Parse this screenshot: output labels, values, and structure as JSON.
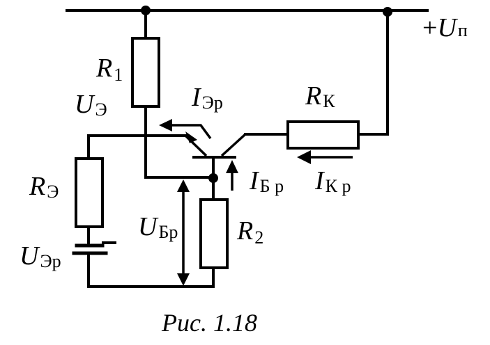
{
  "labels": {
    "supply": {
      "sign": "+",
      "main": "U",
      "sub": "п"
    },
    "r1": {
      "main": "R",
      "sub": "1"
    },
    "r2": {
      "main": "R",
      "sub": "2"
    },
    "rk": {
      "main": "R",
      "sub": "К"
    },
    "re": {
      "main": "R",
      "sub": "Э"
    },
    "ue": {
      "main": "U",
      "sub": "Э"
    },
    "uer": {
      "main": "U",
      "sub": "Эр"
    },
    "ubr": {
      "main": "U",
      "sub": "Бр"
    },
    "ier": {
      "main": "I",
      "sub": "Эр"
    },
    "ibr": {
      "main": "I",
      "sub": "Б р"
    },
    "ikr": {
      "main": "I",
      "sub": "К р"
    }
  },
  "caption": "Рис. 1.18"
}
